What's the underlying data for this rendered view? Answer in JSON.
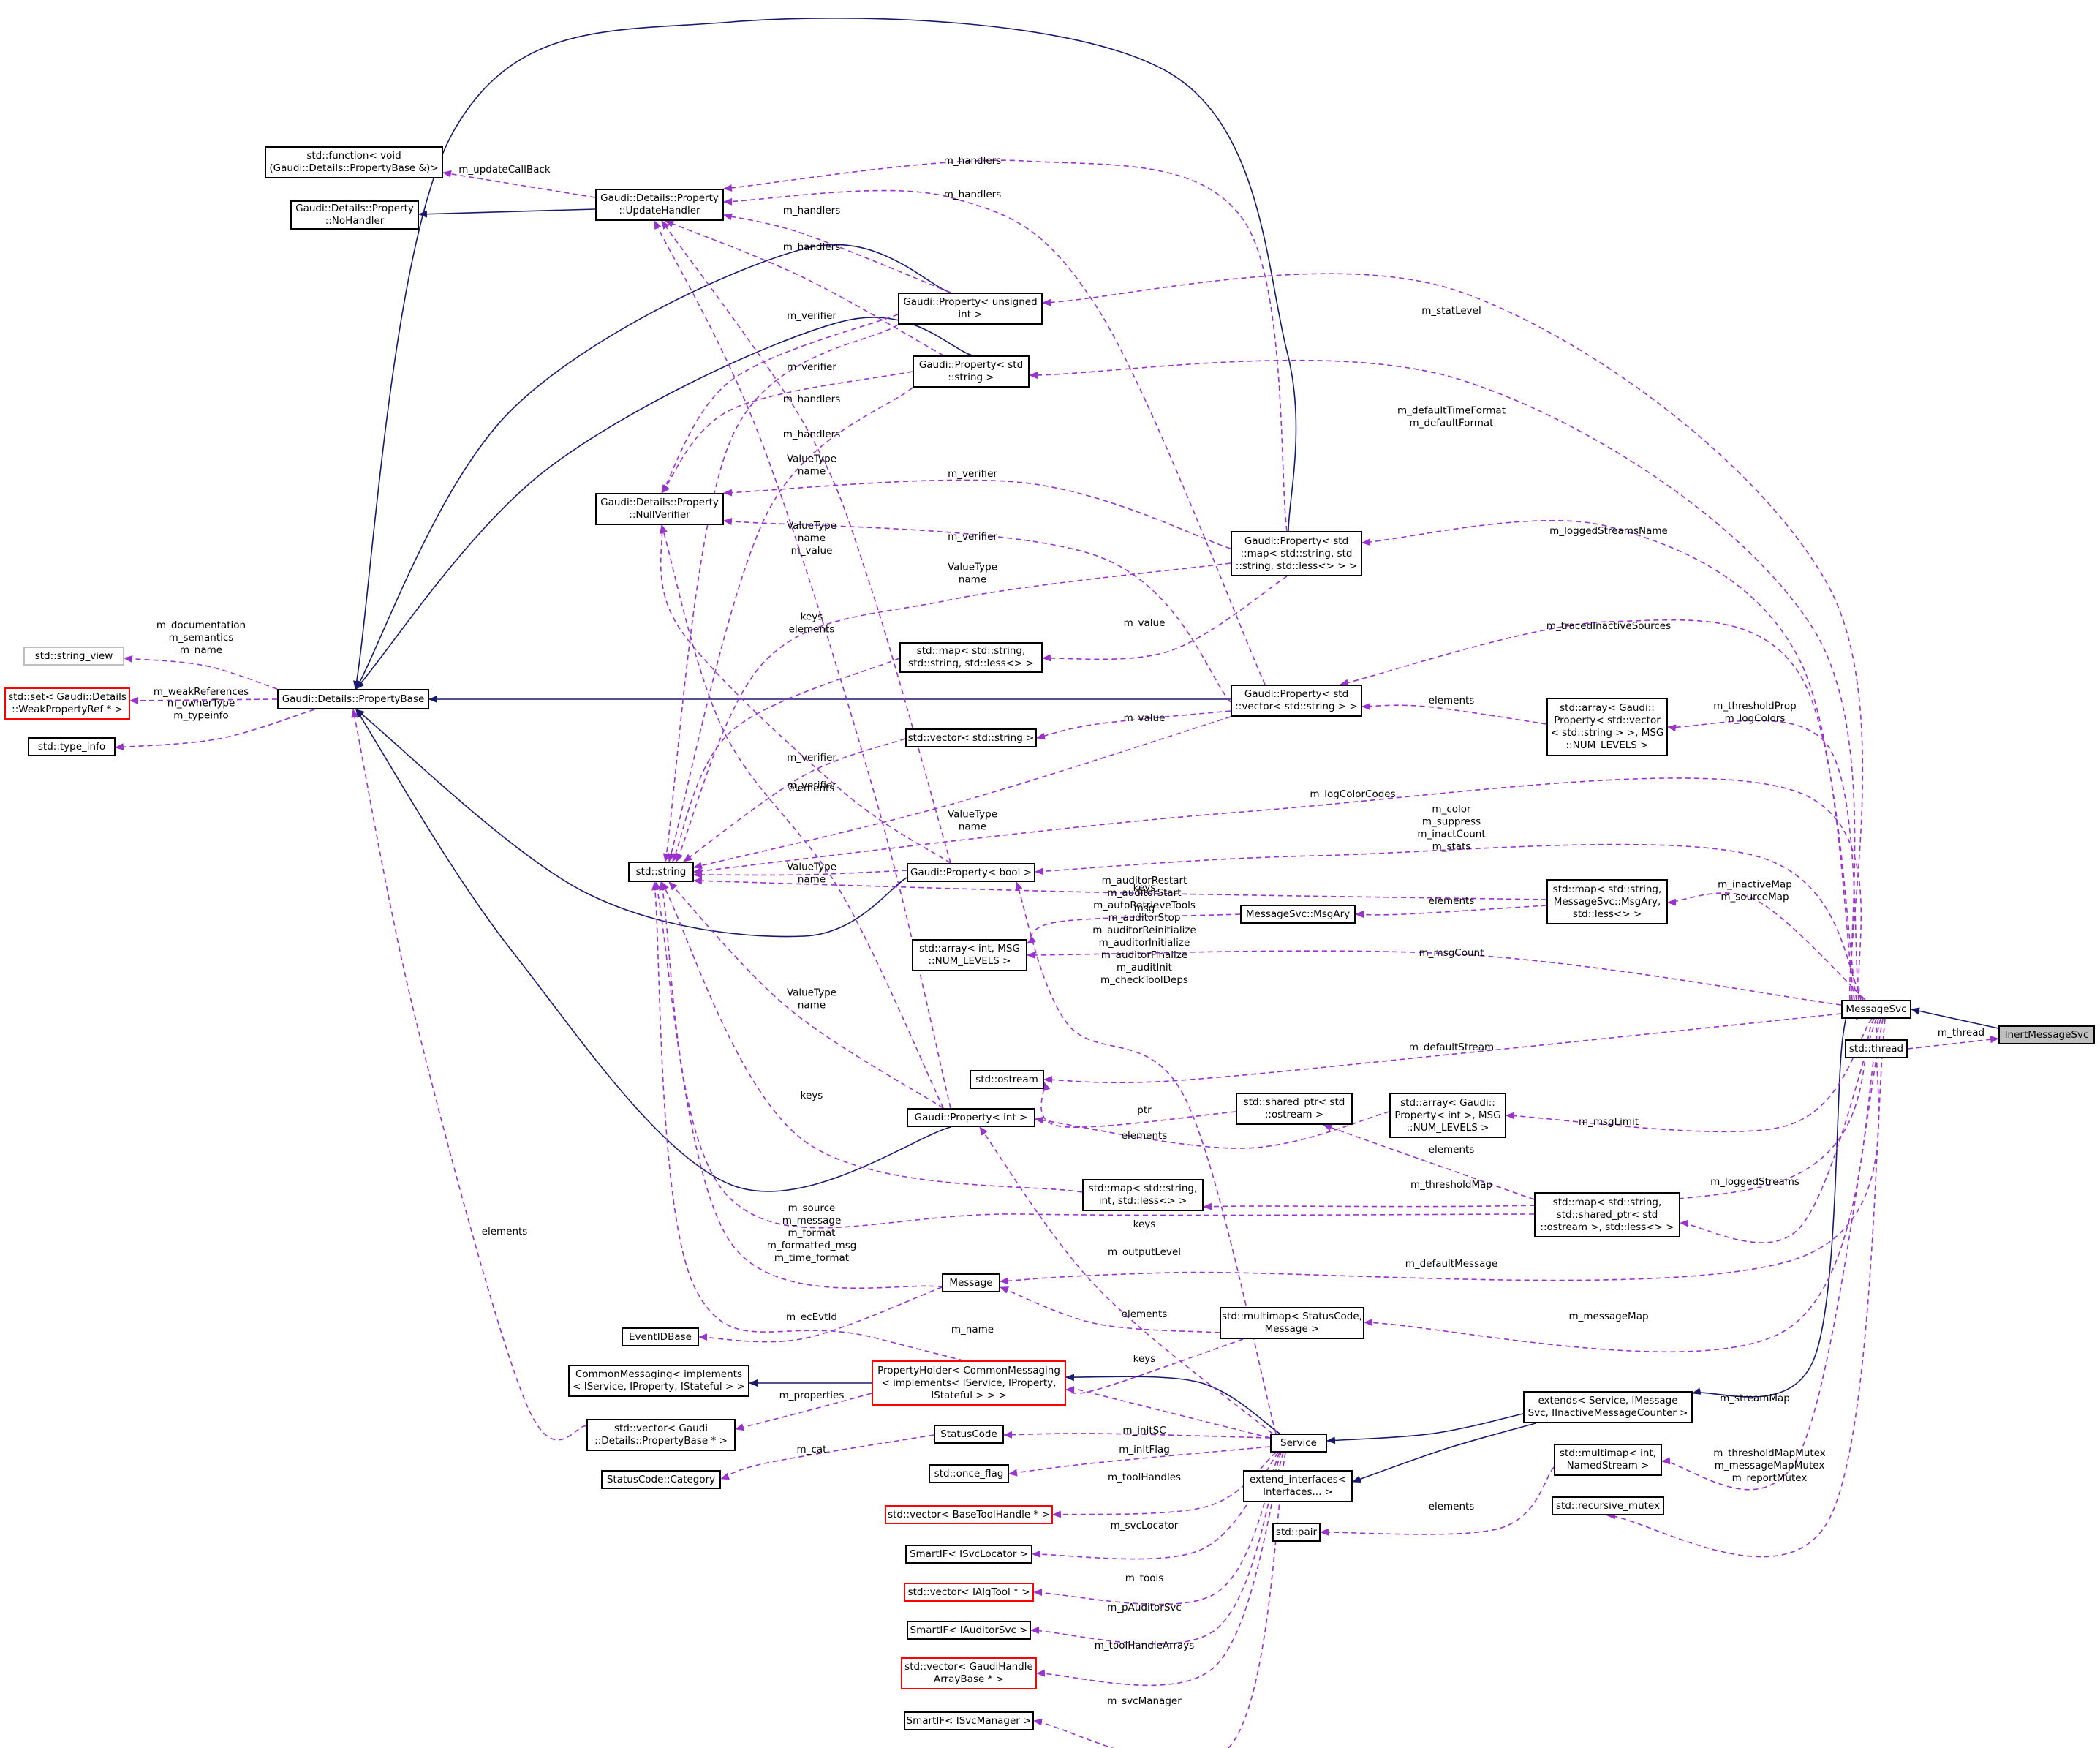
{
  "colors": {
    "inheritance": "#191970",
    "usage": "#9a32cd",
    "node_border": "#000000",
    "incomplete_border": "#ff0000",
    "external_border": "#bfbfbf",
    "focus_fill": "#bfbfbf"
  },
  "nodes": [
    {
      "id": "fn",
      "lines": [
        "std::function< void",
        "(Gaudi::Details::PropertyBase &)>"
      ]
    },
    {
      "id": "nohandler",
      "lines": [
        "Gaudi::Details::Property",
        "::NoHandler"
      ]
    },
    {
      "id": "updatehandler",
      "lines": [
        "Gaudi::Details::Property",
        "::UpdateHandler"
      ]
    },
    {
      "id": "nullverifier",
      "lines": [
        "Gaudi::Details::Property",
        "::NullVerifier"
      ]
    },
    {
      "id": "stringview",
      "lines": [
        "std::string_view"
      ],
      "style": "grey"
    },
    {
      "id": "setweak",
      "lines": [
        "std::set< Gaudi::Details",
        "::WeakPropertyRef * >"
      ],
      "style": "red"
    },
    {
      "id": "typeinfo",
      "lines": [
        "std::type_info"
      ]
    },
    {
      "id": "propbase",
      "lines": [
        "Gaudi::Details::PropertyBase"
      ]
    },
    {
      "id": "stdstring",
      "lines": [
        "std::string"
      ]
    },
    {
      "id": "propuint",
      "lines": [
        "Gaudi::Property< unsigned",
        "int >"
      ]
    },
    {
      "id": "propstr",
      "lines": [
        "Gaudi::Property< std",
        "::string >"
      ]
    },
    {
      "id": "propmap",
      "lines": [
        "Gaudi::Property< std",
        "::map< std::string, std",
        "::string, std::less<> > >"
      ]
    },
    {
      "id": "mapss",
      "lines": [
        "std::map< std::string,",
        "std::string, std::less<> >"
      ]
    },
    {
      "id": "propvec",
      "lines": [
        "Gaudi::Property< std",
        "::vector< std::string > >"
      ]
    },
    {
      "id": "vecstr",
      "lines": [
        "std::vector< std::string >"
      ]
    },
    {
      "id": "propbool",
      "lines": [
        "Gaudi::Property< bool >"
      ]
    },
    {
      "id": "msgary",
      "lines": [
        "MessageSvc::MsgAry"
      ]
    },
    {
      "id": "arrint",
      "lines": [
        "std::array< int, MSG",
        "::NUM_LEVELS >"
      ]
    },
    {
      "id": "arrprop",
      "lines": [
        "std::array< Gaudi::",
        "Property< std::vector",
        "< std::string > >, MSG",
        "::NUM_LEVELS >"
      ]
    },
    {
      "id": "mapmsgary",
      "lines": [
        "std::map< std::string,",
        "MessageSvc::MsgAry,",
        "std::less<> >"
      ]
    },
    {
      "id": "ostream",
      "lines": [
        "std::ostream"
      ]
    },
    {
      "id": "propint",
      "lines": [
        "Gaudi::Property< int >"
      ]
    },
    {
      "id": "sharedptr",
      "lines": [
        "std::shared_ptr< std",
        "::ostream >"
      ]
    },
    {
      "id": "arrpropint",
      "lines": [
        "std::array< Gaudi::",
        "Property< int >, MSG",
        "::NUM_LEVELS >"
      ]
    },
    {
      "id": "mapsi",
      "lines": [
        "std::map< std::string,",
        "int, std::less<> >"
      ]
    },
    {
      "id": "mapshared",
      "lines": [
        "std::map< std::string,",
        "std::shared_ptr< std",
        "::ostream >, std::less<> >"
      ]
    },
    {
      "id": "message",
      "lines": [
        "Message"
      ]
    },
    {
      "id": "eventid",
      "lines": [
        "EventIDBase"
      ]
    },
    {
      "id": "multimapsc",
      "lines": [
        "std::multimap< StatusCode,",
        "Message >"
      ]
    },
    {
      "id": "commonmsg",
      "lines": [
        "CommonMessaging< implements",
        "< IService, IProperty, IStateful > >"
      ]
    },
    {
      "id": "propholder",
      "lines": [
        "PropertyHolder< CommonMessaging",
        "< implements< IService, IProperty,",
        "IStateful > > >"
      ],
      "style": "red"
    },
    {
      "id": "vecpb",
      "lines": [
        "std::vector< Gaudi",
        "::Details::PropertyBase * >"
      ]
    },
    {
      "id": "statuscode",
      "lines": [
        "StatusCode"
      ]
    },
    {
      "id": "sccat",
      "lines": [
        "StatusCode::Category"
      ]
    },
    {
      "id": "onceflag",
      "lines": [
        "std::once_flag"
      ]
    },
    {
      "id": "vectoolh",
      "lines": [
        "std::vector< BaseToolHandle * >"
      ],
      "style": "red"
    },
    {
      "id": "smartloc",
      "lines": [
        "SmartIF< ISvcLocator >"
      ]
    },
    {
      "id": "vecalg",
      "lines": [
        "std::vector< IAlgTool * >"
      ],
      "style": "red"
    },
    {
      "id": "smartaud",
      "lines": [
        "SmartIF< IAuditorSvc >"
      ]
    },
    {
      "id": "vecgaudih",
      "lines": [
        "std::vector< GaudiHandle",
        "ArrayBase * >"
      ],
      "style": "red"
    },
    {
      "id": "smartmgr",
      "lines": [
        "SmartIF< ISvcManager >"
      ]
    },
    {
      "id": "service",
      "lines": [
        "Service"
      ]
    },
    {
      "id": "extends",
      "lines": [
        "extends< Service, IMessage",
        "Svc, IInactiveMessageCounter >"
      ]
    },
    {
      "id": "extendif",
      "lines": [
        "extend_interfaces<",
        "Interfaces... >"
      ]
    },
    {
      "id": "stdpair",
      "lines": [
        "std::pair"
      ]
    },
    {
      "id": "multimapint",
      "lines": [
        "std::multimap< int,",
        "NamedStream >"
      ]
    },
    {
      "id": "recmutex",
      "lines": [
        "std::recursive_mutex"
      ]
    },
    {
      "id": "messagesvc",
      "lines": [
        "MessageSvc"
      ]
    },
    {
      "id": "stdthread",
      "lines": [
        "std::thread"
      ]
    },
    {
      "id": "inert",
      "lines": [
        "InertMessageSvc"
      ],
      "style": "focus"
    }
  ],
  "edges": [
    {
      "from": "messagesvc",
      "to": "inert",
      "kind": "inheritance",
      "label": []
    },
    {
      "from": "stdthread",
      "to": "inert",
      "kind": "usage",
      "label": [
        "m_thread"
      ]
    },
    {
      "from": "extends",
      "to": "messagesvc",
      "kind": "inheritance",
      "label": []
    },
    {
      "from": "service",
      "to": "extends",
      "kind": "inheritance",
      "label": []
    },
    {
      "from": "extendif",
      "to": "extends",
      "kind": "inheritance",
      "label": []
    },
    {
      "from": "propholder",
      "to": "service",
      "kind": "inheritance",
      "label": []
    },
    {
      "from": "commonmsg",
      "to": "propholder",
      "kind": "inheritance",
      "label": []
    },
    {
      "from": "nohandler",
      "to": "updatehandler",
      "kind": "inheritance",
      "label": []
    },
    {
      "from": "propbase",
      "to": "propmap",
      "kind": "inheritance",
      "label": []
    },
    {
      "from": "propbase",
      "to": "propvec",
      "kind": "inheritance",
      "label": []
    },
    {
      "from": "propbase",
      "to": "propuint",
      "kind": "inheritance",
      "label": []
    },
    {
      "from": "propbase",
      "to": "propstr",
      "kind": "inheritance",
      "label": []
    },
    {
      "from": "propbase",
      "to": "propbool",
      "kind": "inheritance",
      "label": []
    },
    {
      "from": "propbase",
      "to": "propint",
      "kind": "inheritance",
      "label": []
    },
    {
      "from": "fn",
      "to": "updatehandler",
      "kind": "usage",
      "label": [
        "m_updateCallBack"
      ]
    },
    {
      "from": "updatehandler",
      "to": "propmap",
      "kind": "usage",
      "label": [
        "m_handlers"
      ]
    },
    {
      "from": "updatehandler",
      "to": "propvec",
      "kind": "usage",
      "label": [
        "m_handlers"
      ]
    },
    {
      "from": "updatehandler",
      "to": "propuint",
      "kind": "usage",
      "label": [
        "m_handlers"
      ]
    },
    {
      "from": "updatehandler",
      "to": "propstr",
      "kind": "usage",
      "label": [
        "m_handlers"
      ]
    },
    {
      "from": "updatehandler",
      "to": "propbool",
      "kind": "usage",
      "label": [
        "m_handlers"
      ]
    },
    {
      "from": "updatehandler",
      "to": "propint",
      "kind": "usage",
      "label": [
        "m_handlers"
      ]
    },
    {
      "from": "nullverifier",
      "to": "propuint",
      "kind": "usage",
      "label": [
        "m_verifier"
      ]
    },
    {
      "from": "nullverifier",
      "to": "propstr",
      "kind": "usage",
      "label": [
        "m_verifier"
      ]
    },
    {
      "from": "nullverifier",
      "to": "propmap",
      "kind": "usage",
      "label": [
        "m_verifier"
      ]
    },
    {
      "from": "nullverifier",
      "to": "propvec",
      "kind": "usage",
      "label": [
        "m_verifier"
      ]
    },
    {
      "from": "nullverifier",
      "to": "propbool",
      "kind": "usage",
      "label": [
        "m_verifier"
      ]
    },
    {
      "from": "nullverifier",
      "to": "propint",
      "kind": "usage",
      "label": [
        "m_verifier"
      ]
    },
    {
      "from": "stringview",
      "to": "propbase",
      "kind": "usage",
      "label": [
        "m_documentation",
        "m_semantics",
        "m_name"
      ]
    },
    {
      "from": "setweak",
      "to": "propbase",
      "kind": "usage",
      "label": [
        "m_weakReferences"
      ]
    },
    {
      "from": "typeinfo",
      "to": "propbase",
      "kind": "usage",
      "label": [
        "m_ownerType",
        "m_typeinfo"
      ]
    },
    {
      "from": "stdstring",
      "to": "propuint",
      "kind": "usage",
      "label": [
        "ValueType",
        "name"
      ]
    },
    {
      "from": "stdstring",
      "to": "propstr",
      "kind": "usage",
      "label": [
        "ValueType",
        "name",
        "m_value"
      ]
    },
    {
      "from": "stdstring",
      "to": "propmap",
      "kind": "usage",
      "label": [
        "ValueType",
        "name"
      ]
    },
    {
      "from": "stdstring",
      "to": "mapss",
      "kind": "usage",
      "label": [
        "keys",
        "elements"
      ]
    },
    {
      "from": "stdstring",
      "to": "vecstr",
      "kind": "usage",
      "label": [
        "elements"
      ]
    },
    {
      "from": "stdstring",
      "to": "propvec",
      "kind": "usage",
      "label": [
        "ValueType",
        "name"
      ]
    },
    {
      "from": "stdstring",
      "to": "propbool",
      "kind": "usage",
      "label": [
        "ValueType",
        "name"
      ]
    },
    {
      "from": "stdstring",
      "to": "mapmsgary",
      "kind": "usage",
      "label": [
        "keys"
      ]
    },
    {
      "from": "stdstring",
      "to": "propint",
      "kind": "usage",
      "label": [
        "ValueType",
        "name"
      ]
    },
    {
      "from": "stdstring",
      "to": "mapsi",
      "kind": "usage",
      "label": [
        "keys"
      ]
    },
    {
      "from": "stdstring",
      "to": "mapshared",
      "kind": "usage",
      "label": [
        "keys"
      ]
    },
    {
      "from": "stdstring",
      "to": "message",
      "kind": "usage",
      "label": [
        "m_source",
        "m_message",
        "m_format",
        "m_formatted_msg",
        "m_time_format"
      ]
    },
    {
      "from": "stdstring",
      "to": "service",
      "kind": "usage",
      "label": [
        "m_name"
      ]
    },
    {
      "from": "mapss",
      "to": "propmap",
      "kind": "usage",
      "label": [
        "m_value"
      ]
    },
    {
      "from": "vecstr",
      "to": "propvec",
      "kind": "usage",
      "label": [
        "m_value"
      ]
    },
    {
      "from": "propvec",
      "to": "arrprop",
      "kind": "usage",
      "label": [
        "elements"
      ]
    },
    {
      "from": "arrint",
      "to": "msgary",
      "kind": "usage",
      "label": [
        "msg"
      ]
    },
    {
      "from": "msgary",
      "to": "mapmsgary",
      "kind": "usage",
      "label": [
        "elements"
      ]
    },
    {
      "from": "ostream",
      "to": "sharedptr",
      "kind": "usage",
      "label": [
        "ptr"
      ]
    },
    {
      "from": "propint",
      "to": "arrpropint",
      "kind": "usage",
      "label": [
        "elements"
      ]
    },
    {
      "from": "sharedptr",
      "to": "mapshared",
      "kind": "usage",
      "label": [
        "elements"
      ]
    },
    {
      "from": "eventid",
      "to": "message",
      "kind": "usage",
      "label": [
        "m_ecEvtId"
      ]
    },
    {
      "from": "message",
      "to": "multimapsc",
      "kind": "usage",
      "label": [
        "elements"
      ]
    },
    {
      "from": "statuscode",
      "to": "multimapsc",
      "kind": "usage",
      "label": [
        "keys"
      ]
    },
    {
      "from": "vecpb",
      "to": "propholder",
      "kind": "usage",
      "label": [
        "m_properties"
      ]
    },
    {
      "from": "propbase",
      "to": "vecpb",
      "kind": "usage",
      "label": [
        "elements"
      ]
    },
    {
      "from": "sccat",
      "to": "statuscode",
      "kind": "usage",
      "label": [
        "m_cat"
      ]
    },
    {
      "from": "statuscode",
      "to": "service",
      "kind": "usage",
      "label": [
        "m_initSC"
      ]
    },
    {
      "from": "onceflag",
      "to": "service",
      "kind": "usage",
      "label": [
        "m_initFlag"
      ]
    },
    {
      "from": "vectoolh",
      "to": "service",
      "kind": "usage",
      "label": [
        "m_toolHandles"
      ]
    },
    {
      "from": "smartloc",
      "to": "service",
      "kind": "usage",
      "label": [
        "m_svcLocator"
      ]
    },
    {
      "from": "vecalg",
      "to": "service",
      "kind": "usage",
      "label": [
        "m_tools"
      ]
    },
    {
      "from": "smartaud",
      "to": "service",
      "kind": "usage",
      "label": [
        "m_pAuditorSvc"
      ]
    },
    {
      "from": "vecgaudih",
      "to": "service",
      "kind": "usage",
      "label": [
        "m_toolHandleArrays"
      ]
    },
    {
      "from": "smartmgr",
      "to": "service",
      "kind": "usage",
      "label": [
        "m_svcManager"
      ]
    },
    {
      "from": "propbool",
      "to": "service",
      "kind": "usage",
      "label": [
        "m_auditorRestart",
        "m_auditorStart",
        "m_autoRetrieveTools",
        "m_auditorStop",
        "m_auditorReinitialize",
        "m_auditorInitialize",
        "m_auditorFinalize",
        "m_auditInit",
        "m_checkToolDeps"
      ]
    },
    {
      "from": "propint",
      "to": "service",
      "kind": "usage",
      "label": [
        "m_outputLevel"
      ]
    },
    {
      "from": "stdpair",
      "to": "multimapint",
      "kind": "usage",
      "label": [
        "elements"
      ]
    },
    {
      "from": "propuint",
      "to": "messagesvc",
      "kind": "usage",
      "label": [
        "m_statLevel"
      ]
    },
    {
      "from": "propstr",
      "to": "messagesvc",
      "kind": "usage",
      "label": [
        "m_defaultTimeFormat",
        "m_defaultFormat"
      ]
    },
    {
      "from": "propmap",
      "to": "messagesvc",
      "kind": "usage",
      "label": [
        "m_loggedStreamsName"
      ]
    },
    {
      "from": "propvec",
      "to": "messagesvc",
      "kind": "usage",
      "label": [
        "m_tracedInactiveSources"
      ]
    },
    {
      "from": "arrprop",
      "to": "messagesvc",
      "kind": "usage",
      "label": [
        "m_thresholdProp",
        "m_logColors"
      ]
    },
    {
      "from": "stdstring",
      "to": "messagesvc",
      "kind": "usage",
      "label": [
        "m_logColorCodes"
      ]
    },
    {
      "from": "propbool",
      "to": "messagesvc",
      "kind": "usage",
      "label": [
        "m_color",
        "m_suppress",
        "m_inactCount",
        "m_stats"
      ]
    },
    {
      "from": "mapmsgary",
      "to": "messagesvc",
      "kind": "usage",
      "label": [
        "m_inactiveMap",
        "m_sourceMap"
      ]
    },
    {
      "from": "arrint",
      "to": "messagesvc",
      "kind": "usage",
      "label": [
        "m_msgCount"
      ]
    },
    {
      "from": "ostream",
      "to": "messagesvc",
      "kind": "usage",
      "label": [
        "m_defaultStream"
      ]
    },
    {
      "from": "arrpropint",
      "to": "messagesvc",
      "kind": "usage",
      "label": [
        "m_msgLimit"
      ]
    },
    {
      "from": "mapsi",
      "to": "messagesvc",
      "kind": "usage",
      "label": [
        "m_thresholdMap"
      ]
    },
    {
      "from": "mapshared",
      "to": "messagesvc",
      "kind": "usage",
      "label": [
        "m_loggedStreams"
      ]
    },
    {
      "from": "message",
      "to": "messagesvc",
      "kind": "usage",
      "label": [
        "m_defaultMessage"
      ]
    },
    {
      "from": "multimapsc",
      "to": "messagesvc",
      "kind": "usage",
      "label": [
        "m_messageMap"
      ]
    },
    {
      "from": "multimapint",
      "to": "messagesvc",
      "kind": "usage",
      "label": [
        "m_streamMap"
      ]
    },
    {
      "from": "recmutex",
      "to": "messagesvc",
      "kind": "usage",
      "label": [
        "m_thresholdMapMutex",
        "m_messageMapMutex",
        "m_reportMutex"
      ]
    }
  ]
}
